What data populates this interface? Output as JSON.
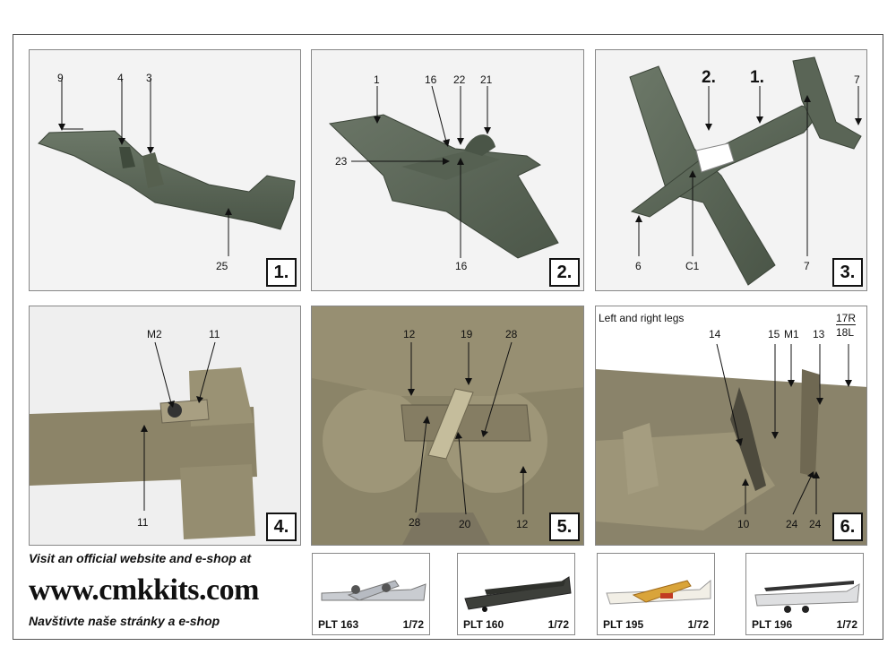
{
  "panels": [
    {
      "badge": "1.",
      "labels": {
        "p9": "9",
        "p4": "4",
        "p3": "3",
        "p25": "25"
      }
    },
    {
      "badge": "2.",
      "labels": {
        "p1": "1",
        "p16a": "16",
        "p22": "22",
        "p21": "21",
        "p23": "23",
        "p16b": "16"
      }
    },
    {
      "badge": "3.",
      "labels": {
        "s2": "2.",
        "s1": "1.",
        "p7a": "7",
        "p6": "6",
        "c1": "C1",
        "p7b": "7"
      }
    },
    {
      "badge": "4.",
      "labels": {
        "m2": "M2",
        "p11a": "11",
        "p11b": "11"
      }
    },
    {
      "badge": "5.",
      "labels": {
        "p12a": "12",
        "p19": "19",
        "p28a": "28",
        "p28b": "28",
        "p20": "20",
        "p12b": "12"
      }
    },
    {
      "badge": "6.",
      "labels": {
        "title": "Left and right legs",
        "p17r": "17R",
        "p18l": "18L",
        "p14": "14",
        "p15": "15",
        "m1": "M1",
        "p13": "13",
        "p10": "10",
        "p24a": "24",
        "p24b": "24"
      }
    }
  ],
  "footer": {
    "visit": "Visit an official website and e-shop at",
    "url": "www.cmkkits.com",
    "czech": "Navštivte naše stránky a e-shop"
  },
  "products": [
    {
      "code": "PLT 163",
      "scale": "1/72"
    },
    {
      "code": "PLT 160",
      "scale": "1/72"
    },
    {
      "code": "PLT 195",
      "scale": "1/72"
    },
    {
      "code": "PLT 196",
      "scale": "1/72"
    }
  ],
  "colors": {
    "model_green": "#4f5a4c",
    "model_tan": "#8c8468",
    "background": "#ffffff"
  }
}
